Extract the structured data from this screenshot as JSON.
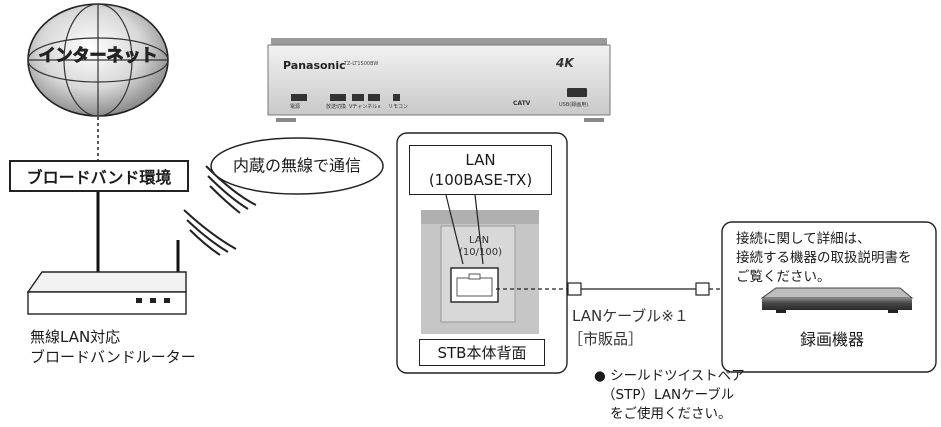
{
  "internet": {
    "label": "インターネット"
  },
  "broadband_env": {
    "label": "ブロードバンド環境"
  },
  "wireless_bubble": {
    "label": "内蔵の無線で通信"
  },
  "router": {
    "caption_line1": "無線LAN対応",
    "caption_line2": "ブロードバンドルーター"
  },
  "stb": {
    "brand": "Panasonic",
    "model": "TZ-LT1500BW",
    "resolution_badge": "4K",
    "btn_power": "電源",
    "btn_input": "放送切換",
    "btn_channel": "Vチャンネル∧",
    "btn_remote": "リモコン",
    "catv_logo": "CATV",
    "usb_label": "USB(録画用)"
  },
  "back_panel": {
    "lan_callout_line1": "LAN",
    "lan_callout_line2": "(100BASE-TX)",
    "port_label_line1": "LAN",
    "port_label_line2": "(10/100)",
    "caption": "STB本体背面"
  },
  "cable": {
    "label_line1": "LANケーブル※１",
    "label_line2": "［市販品］"
  },
  "recorder": {
    "note_line1": "接続に関して詳細は、",
    "note_line2": "接続する機器の取扱説明書を",
    "note_line3": "ご覧ください。",
    "label": "録画機器"
  },
  "footnote": {
    "bullet": "●",
    "line1": "シールドツイストペア",
    "line2": "（STP）LANケーブル",
    "line3": "をご使用ください。"
  }
}
